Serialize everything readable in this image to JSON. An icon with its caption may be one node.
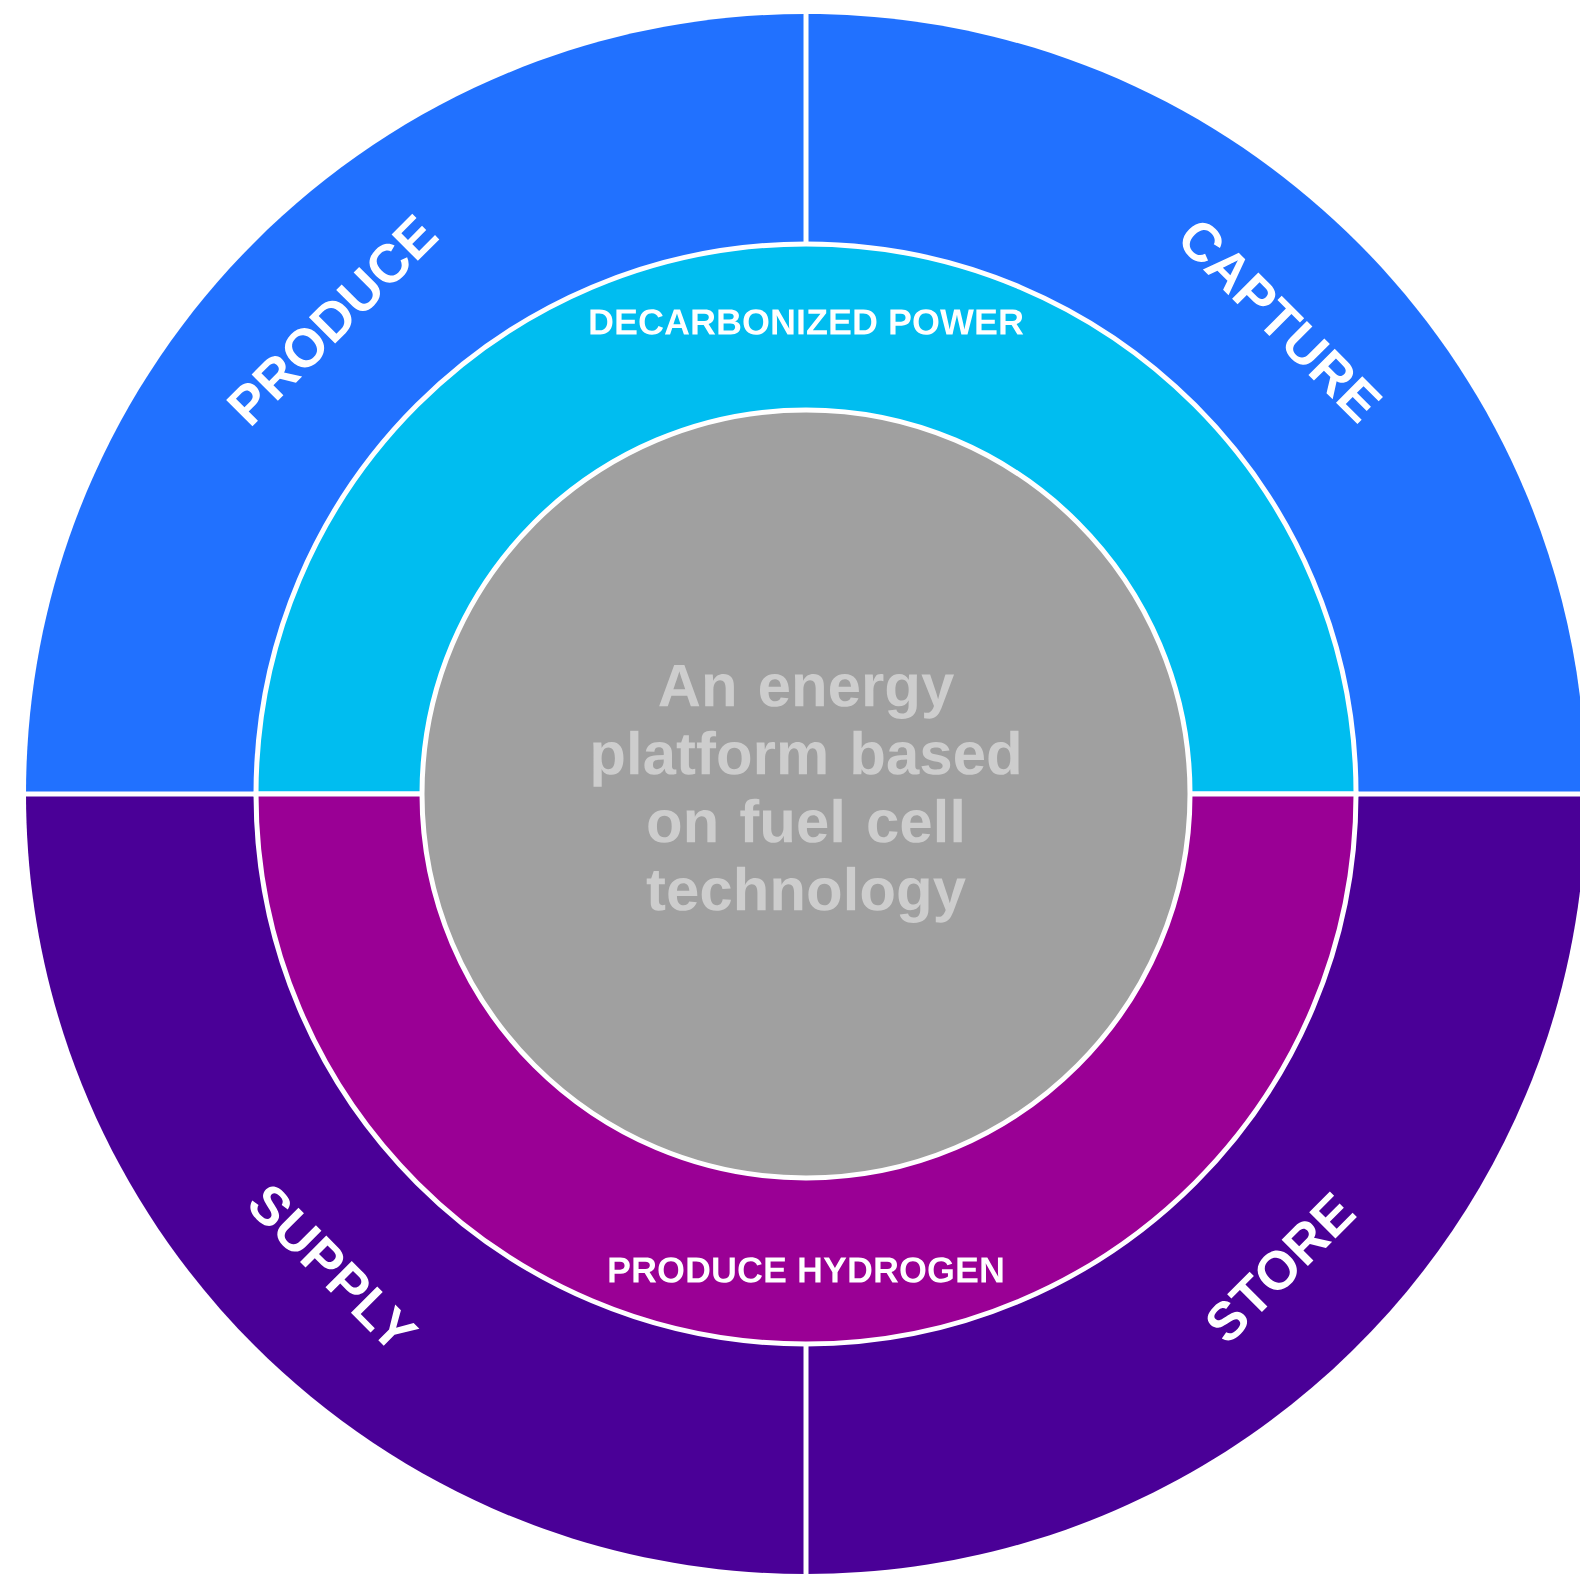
{
  "diagram": {
    "nodes": [
      {
        "text": [
          "PRODUCE"
        ]
      },
      {
        "text": [
          "CAPTURE"
        ]
      },
      {
        "text": [
          "DECARBONIZED POWER"
        ]
      },
      {
        "text": [
          "An energy platform based on fuel cell technology"
        ]
      },
      {
        "text": [
          "PRODUCE HYDROGEN"
        ]
      },
      {
        "text": [
          "SUPPLY"
        ]
      },
      {
        "text": [
          "STORE"
        ]
      }
    ]
  }
}
